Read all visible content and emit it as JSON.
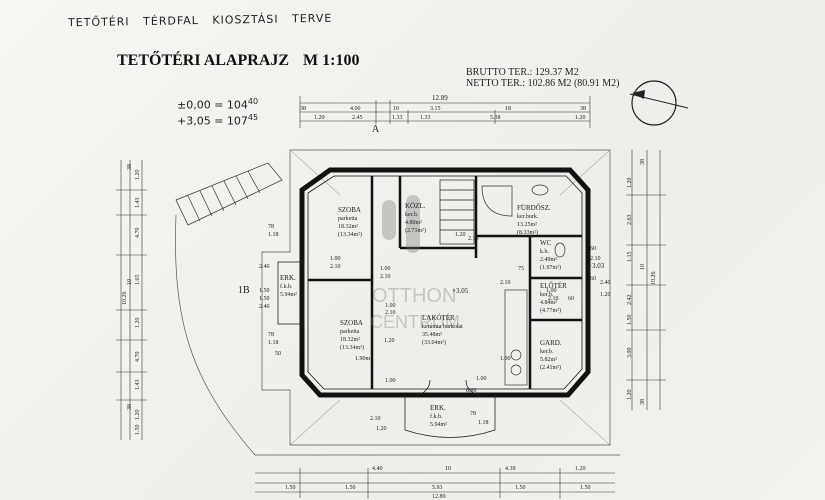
{
  "header": {
    "handwritten_title": "TETŐTÉRI   TÉRDFAL   KIOSZTÁSI   TERVE",
    "plan_title": "TETŐTÉRI ALAPRAJZ",
    "scale": "M 1:100",
    "brutto": "BRUTTO TER.: 129.37 M2",
    "netto": "NETTO TER.: 102.86 M2 (80.91 M2)",
    "level_1_a": "±0,00 = 104",
    "level_1_b": "40",
    "level_2_a": "+3,05 = 107",
    "level_2_b": "45"
  },
  "watermark": {
    "line1": "OTTHON",
    "line2": "CENTRUM"
  },
  "section_marks": {
    "a": "A",
    "b": "1B"
  },
  "spot_level": "+3.05",
  "spot_level_2": "+3.03",
  "rooms": [
    {
      "id": "szoba-1",
      "name": "SZOBA",
      "floor": "parketta",
      "area": "18.32m²",
      "net": "(13.34m²)"
    },
    {
      "id": "kozl",
      "name": "KÖZL.",
      "floor": "ker.b.",
      "area": "4.80m²",
      "net": "(2.71m²)"
    },
    {
      "id": "furdo",
      "name": "FÜRDŐSZ.",
      "floor": "ker.burk.",
      "area": "13.25m²",
      "net": "(8.33m²)"
    },
    {
      "id": "wc",
      "name": "WC",
      "floor": "k.b.",
      "area": "2.49m²",
      "net": "(1.97m²)"
    },
    {
      "id": "erk-left",
      "name": "ERK.",
      "floor": "f.k.b.",
      "area": "5.94m²",
      "net": ""
    },
    {
      "id": "eloter",
      "name": "ELŐTÉR",
      "floor": "ker.b.",
      "area": "4.84m²",
      "net": "(4.77m²)"
    },
    {
      "id": "szoba-2",
      "name": "SZOBA",
      "floor": "parketta",
      "area": "18.32m²",
      "net": "(13.34m²)"
    },
    {
      "id": "lakoter",
      "name": "LAKÓTÉR",
      "floor": "kerámia burkolat",
      "area": "35.48m²",
      "net": "(33.04m²)"
    },
    {
      "id": "gard",
      "name": "GARD.",
      "floor": "ker.b.",
      "area": "5.82m²",
      "net": "(2.41m²)"
    },
    {
      "id": "erk-bottom",
      "name": "ERK.",
      "floor": "f.k.b.",
      "area": "5.94m²",
      "net": ""
    }
  ],
  "dims": {
    "top_overall": "12.89",
    "top_row1": [
      "38",
      "4.00",
      "10",
      "3.15",
      "18",
      "38"
    ],
    "top_row2": [
      "1.20",
      "2.45",
      "1.33",
      "1.33",
      "5.38",
      "1.20"
    ],
    "bottom_row1": [
      "4.40",
      "10",
      "4.39",
      "1.20"
    ],
    "bottom_row2": [
      "1.50",
      "1.50",
      "5.93",
      "1.50",
      "1.50"
    ],
    "bottom_overall": "12.89",
    "left_overall": "10.26",
    "left_chain": [
      "1.20",
      "1.43",
      "4.70",
      "1.65",
      "1.20",
      "4.70",
      "1.43",
      "1.20",
      "1.50"
    ],
    "left_small": [
      "38",
      "10",
      "38"
    ],
    "right_overall": "10.26",
    "right_chain": [
      "1.20",
      "2.63",
      "1.15",
      "2.42",
      "1.50",
      "3.00",
      "1.20"
    ],
    "right_small": [
      "38",
      "10",
      "38"
    ],
    "inner_dims": [
      "78",
      "1.18",
      "2.40",
      "1.50",
      "1.50",
      "2.40",
      "78",
      "1.18",
      "1.90m",
      "50",
      "1.00",
      "2.10",
      "1.00",
      "2.10",
      "1.00",
      "2.10",
      "1.00",
      "1.20",
      "1.20",
      "2.10",
      "60",
      "2.10",
      "60",
      "75",
      "2.10",
      "2.40",
      "1.20",
      "1.00",
      "2.10",
      "60",
      "1.00",
      "0.90",
      "78",
      "1.18",
      "2.10",
      "1.20",
      "1.00"
    ]
  }
}
